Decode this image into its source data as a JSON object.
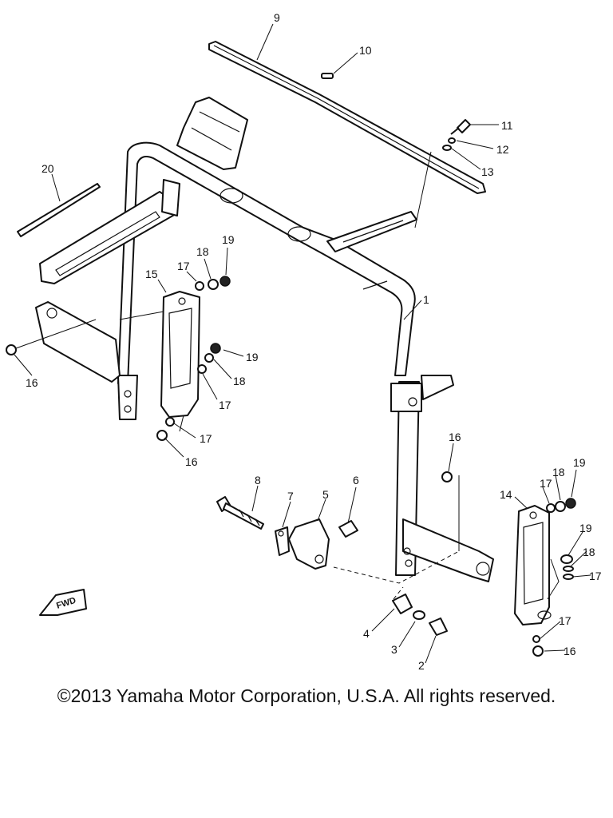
{
  "callouts": {
    "c1": "1",
    "c2": "2",
    "c3": "3",
    "c4": "4",
    "c5": "5",
    "c6": "6",
    "c7": "7",
    "c8": "8",
    "c9": "9",
    "c10": "10",
    "c11": "11",
    "c12": "12",
    "c13": "13",
    "c14": "14",
    "c15": "15",
    "c16a": "16",
    "c16b": "16",
    "c16c": "16",
    "c16d": "16",
    "c17a": "17",
    "c17b": "17",
    "c17c": "17",
    "c17d": "17",
    "c17e": "17",
    "c17f": "17",
    "c18a": "18",
    "c18b": "18",
    "c18c": "18",
    "c18d": "18",
    "c19a": "19",
    "c19b": "19",
    "c19c": "19",
    "c19d": "19",
    "c20": "20"
  },
  "fwd_label": "FWD",
  "copyright": "©2013 Yamaha Motor Corporation, U.S.A. All rights reserved."
}
